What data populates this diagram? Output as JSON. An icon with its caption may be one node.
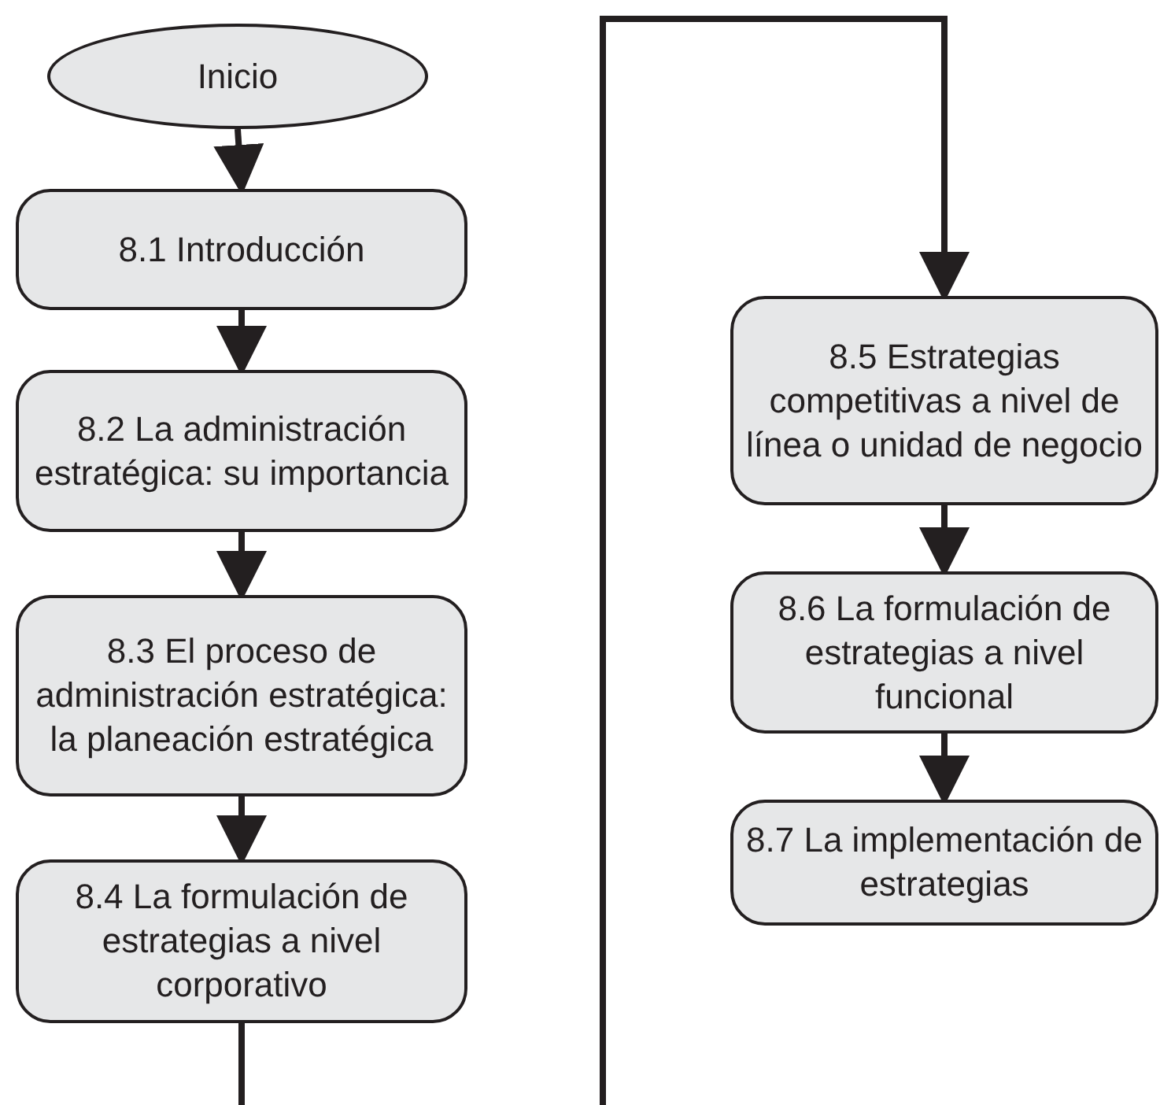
{
  "diagram": {
    "nodes": [
      {
        "text": [
          "Inicio"
        ]
      },
      {
        "text": [
          "8.1 Introducción"
        ]
      },
      {
        "text": [
          "8.2 La administración estratégica: su importancia"
        ]
      },
      {
        "text": [
          "8.3 El proceso de administración estratégica: la planeación estratégica"
        ]
      },
      {
        "text": [
          "8.4 La formulación de estrategias a nivel corporativo"
        ]
      },
      {
        "text": [
          "8.5 Estrategias competitivas a nivel de línea o unidad de negocio"
        ]
      },
      {
        "text": [
          "8.6 La formulación de estrategias a nivel funcional"
        ]
      },
      {
        "text": [
          "8.7 La implementación de estrategias"
        ]
      }
    ],
    "edges": [
      {
        "from": 0,
        "to": 1,
        "arrow": "to"
      },
      {
        "from": 1,
        "to": 2,
        "arrow": "to"
      },
      {
        "from": 2,
        "to": 3,
        "arrow": "to"
      },
      {
        "from": 3,
        "to": 4,
        "arrow": "to"
      },
      {
        "from": 4,
        "to": null,
        "arrow": "none"
      },
      {
        "from": null,
        "to": 5,
        "arrow": "to"
      },
      {
        "from": 5,
        "to": 6,
        "arrow": "to"
      },
      {
        "from": 6,
        "to": 7,
        "arrow": "to"
      }
    ]
  }
}
